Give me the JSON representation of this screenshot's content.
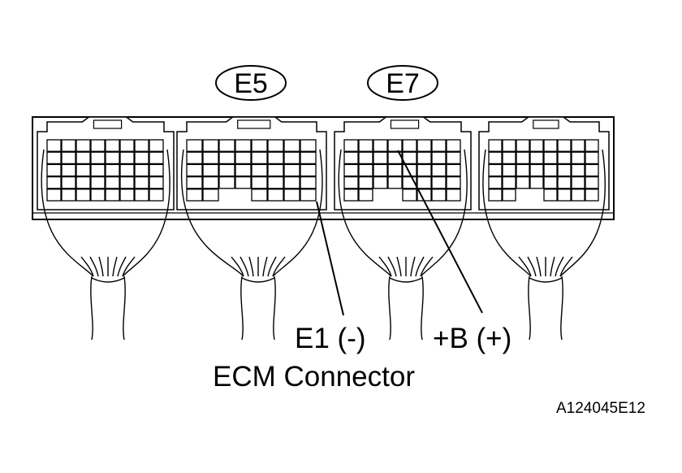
{
  "labels": {
    "connector_e5": "E5",
    "connector_e7": "E7",
    "terminal_e1": "E1 (-)",
    "terminal_b": "+B (+)",
    "title": "ECM Connector",
    "figure_code": "A124045E12"
  },
  "colors": {
    "line": "#000000",
    "background": "#ffffff",
    "wire": "#ffffff"
  },
  "blocks": [
    {
      "name": "connector-block-1"
    },
    {
      "name": "connector-block-e5"
    },
    {
      "name": "connector-block-e7"
    },
    {
      "name": "connector-block-4"
    }
  ]
}
